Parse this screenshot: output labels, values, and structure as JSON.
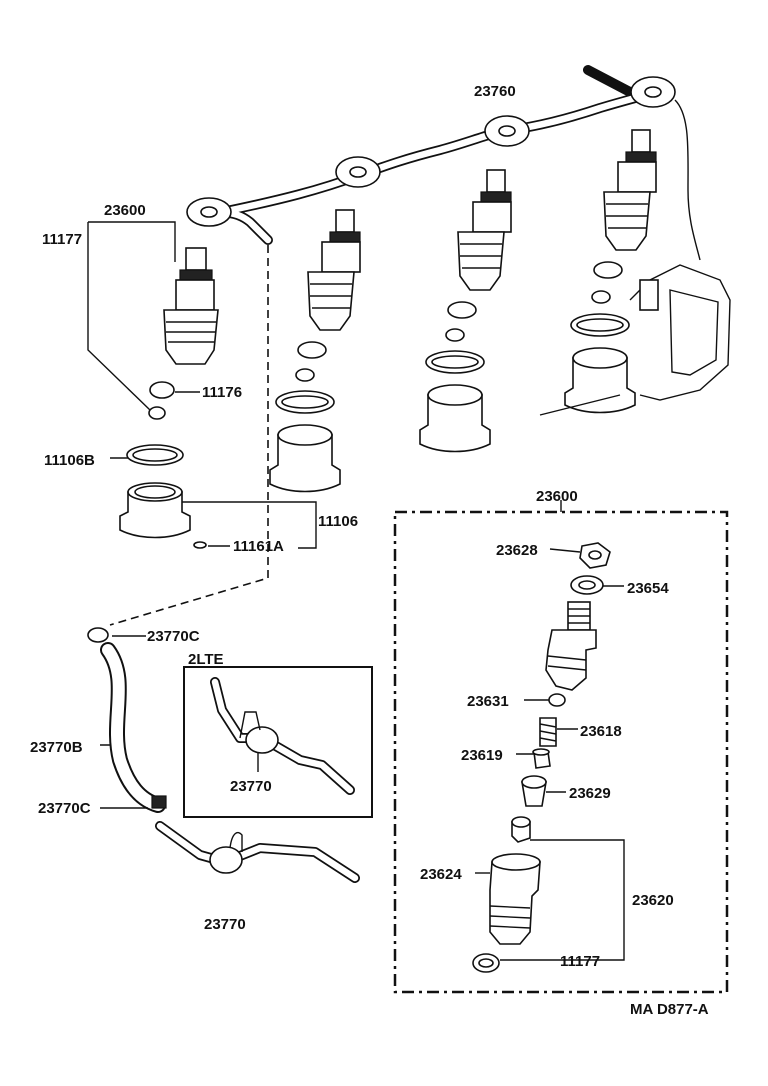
{
  "diagram": {
    "document_code": "MA D877-A",
    "inset_title": "2LTE",
    "labels": {
      "injection_pipe": "23760",
      "nozzle_holder_assy": "23600",
      "nozzle_holder_assy_box": "23600",
      "gasket_11177_top": "11177",
      "gasket_11177_box": "11177",
      "seat_11176": "11176",
      "ring_11106b": "11106B",
      "holder_11106": "11106",
      "pin_11161a": "11161A",
      "clamp_23770c_top": "23770C",
      "clamp_23770c_bottom": "23770C",
      "hose_23770b": "23770B",
      "leakage_pipe": "23770",
      "leakage_pipe_inset": "23770",
      "nut_23628": "23628",
      "washer_23654": "23654",
      "pin_23631": "23631",
      "spring_23618": "23618",
      "seat_23619": "23619",
      "spacer_23629": "23629",
      "nozzle_23620": "23620",
      "body_23624": "23624"
    }
  }
}
